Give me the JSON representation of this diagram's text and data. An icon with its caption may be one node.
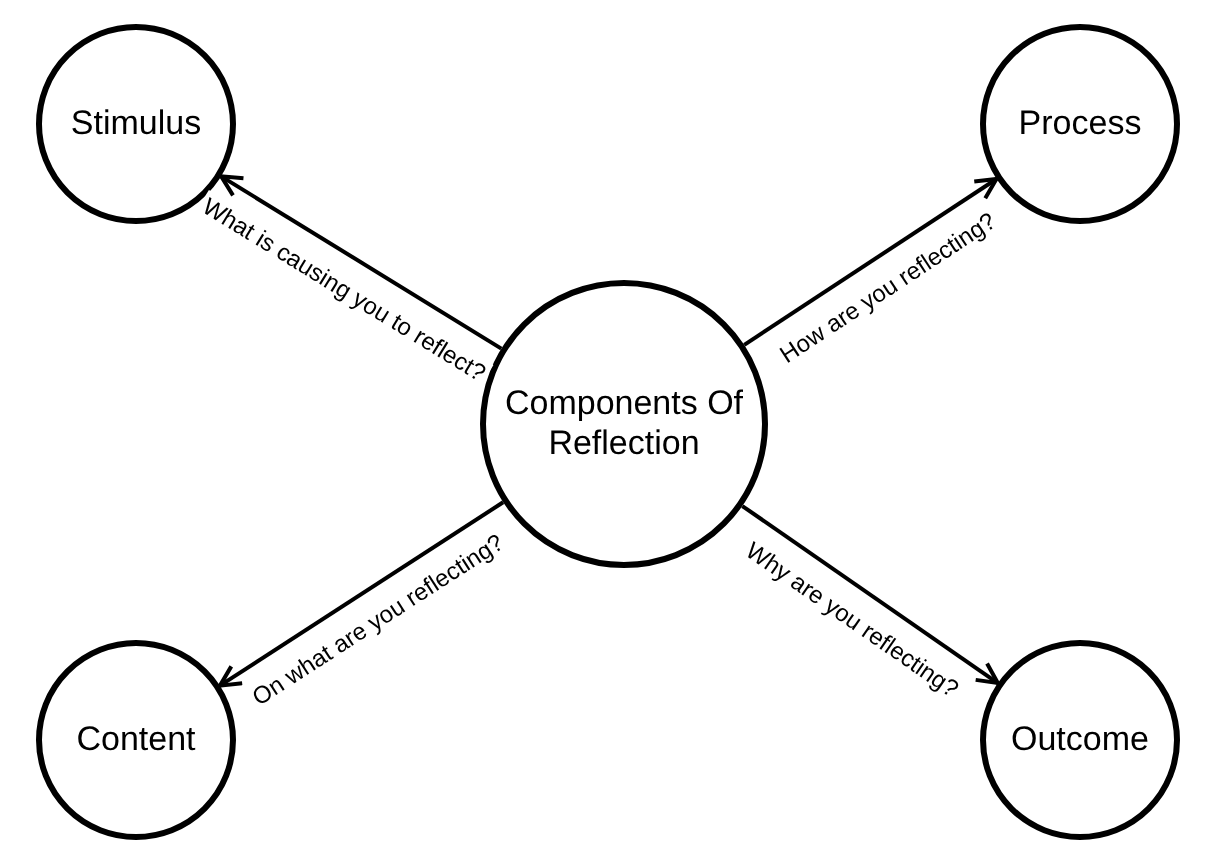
{
  "diagram": {
    "nodes": [
      {
        "text": [
          "Stimulus"
        ]
      },
      {
        "text": [
          "Process"
        ]
      },
      {
        "text": [
          "Components Of Reflection"
        ]
      },
      {
        "text": [
          "Content"
        ]
      },
      {
        "text": [
          "Outcome"
        ]
      }
    ],
    "edges": [
      {
        "from": 2,
        "to": 0,
        "arrow": "to",
        "label": "What is causing you to reflect?"
      },
      {
        "from": 2,
        "to": 1,
        "arrow": "to",
        "label": "How are you reflecting?"
      },
      {
        "from": 2,
        "to": 3,
        "arrow": "to",
        "label": "On what are you reflecting?"
      },
      {
        "from": 2,
        "to": 4,
        "arrow": "to",
        "label": "Why are you reflecting?"
      }
    ]
  }
}
